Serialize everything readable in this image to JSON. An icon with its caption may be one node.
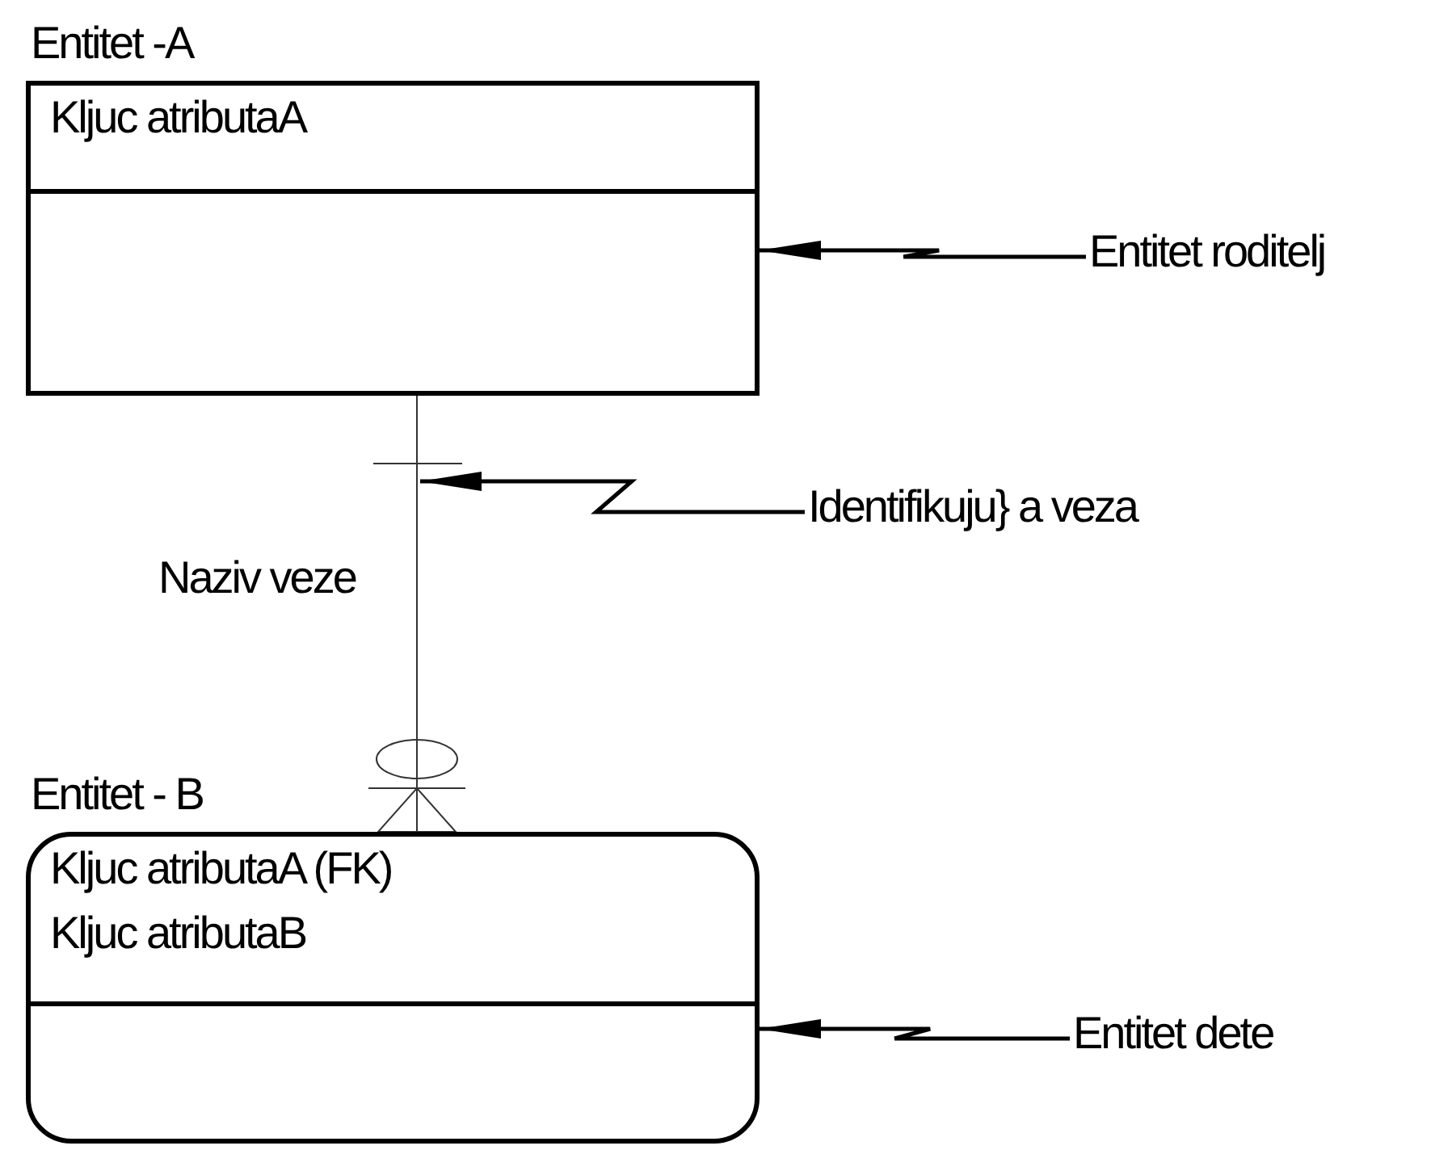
{
  "diagram": {
    "nodes": [
      {
        "text": [
          "Entitet -A",
          "Kljuc atributaA"
        ]
      },
      {
        "text": [
          "Entitet - B",
          "Kljuc atributaA (FK)",
          "Kljuc atributaB"
        ]
      },
      {
        "text": [
          "Entitet roditelj"
        ]
      },
      {
        "text": [
          "Identifikuju} a veza"
        ]
      },
      {
        "text": [
          "Entitet dete"
        ]
      }
    ],
    "edges": [
      {
        "from": 0,
        "to": 1,
        "arrow": "other",
        "label": "Naziv veze"
      },
      {
        "from": 2,
        "to": 0,
        "arrow": "to"
      },
      {
        "from": 3,
        "to": null,
        "arrow": "to"
      },
      {
        "from": 4,
        "to": 1,
        "arrow": "to"
      }
    ]
  }
}
